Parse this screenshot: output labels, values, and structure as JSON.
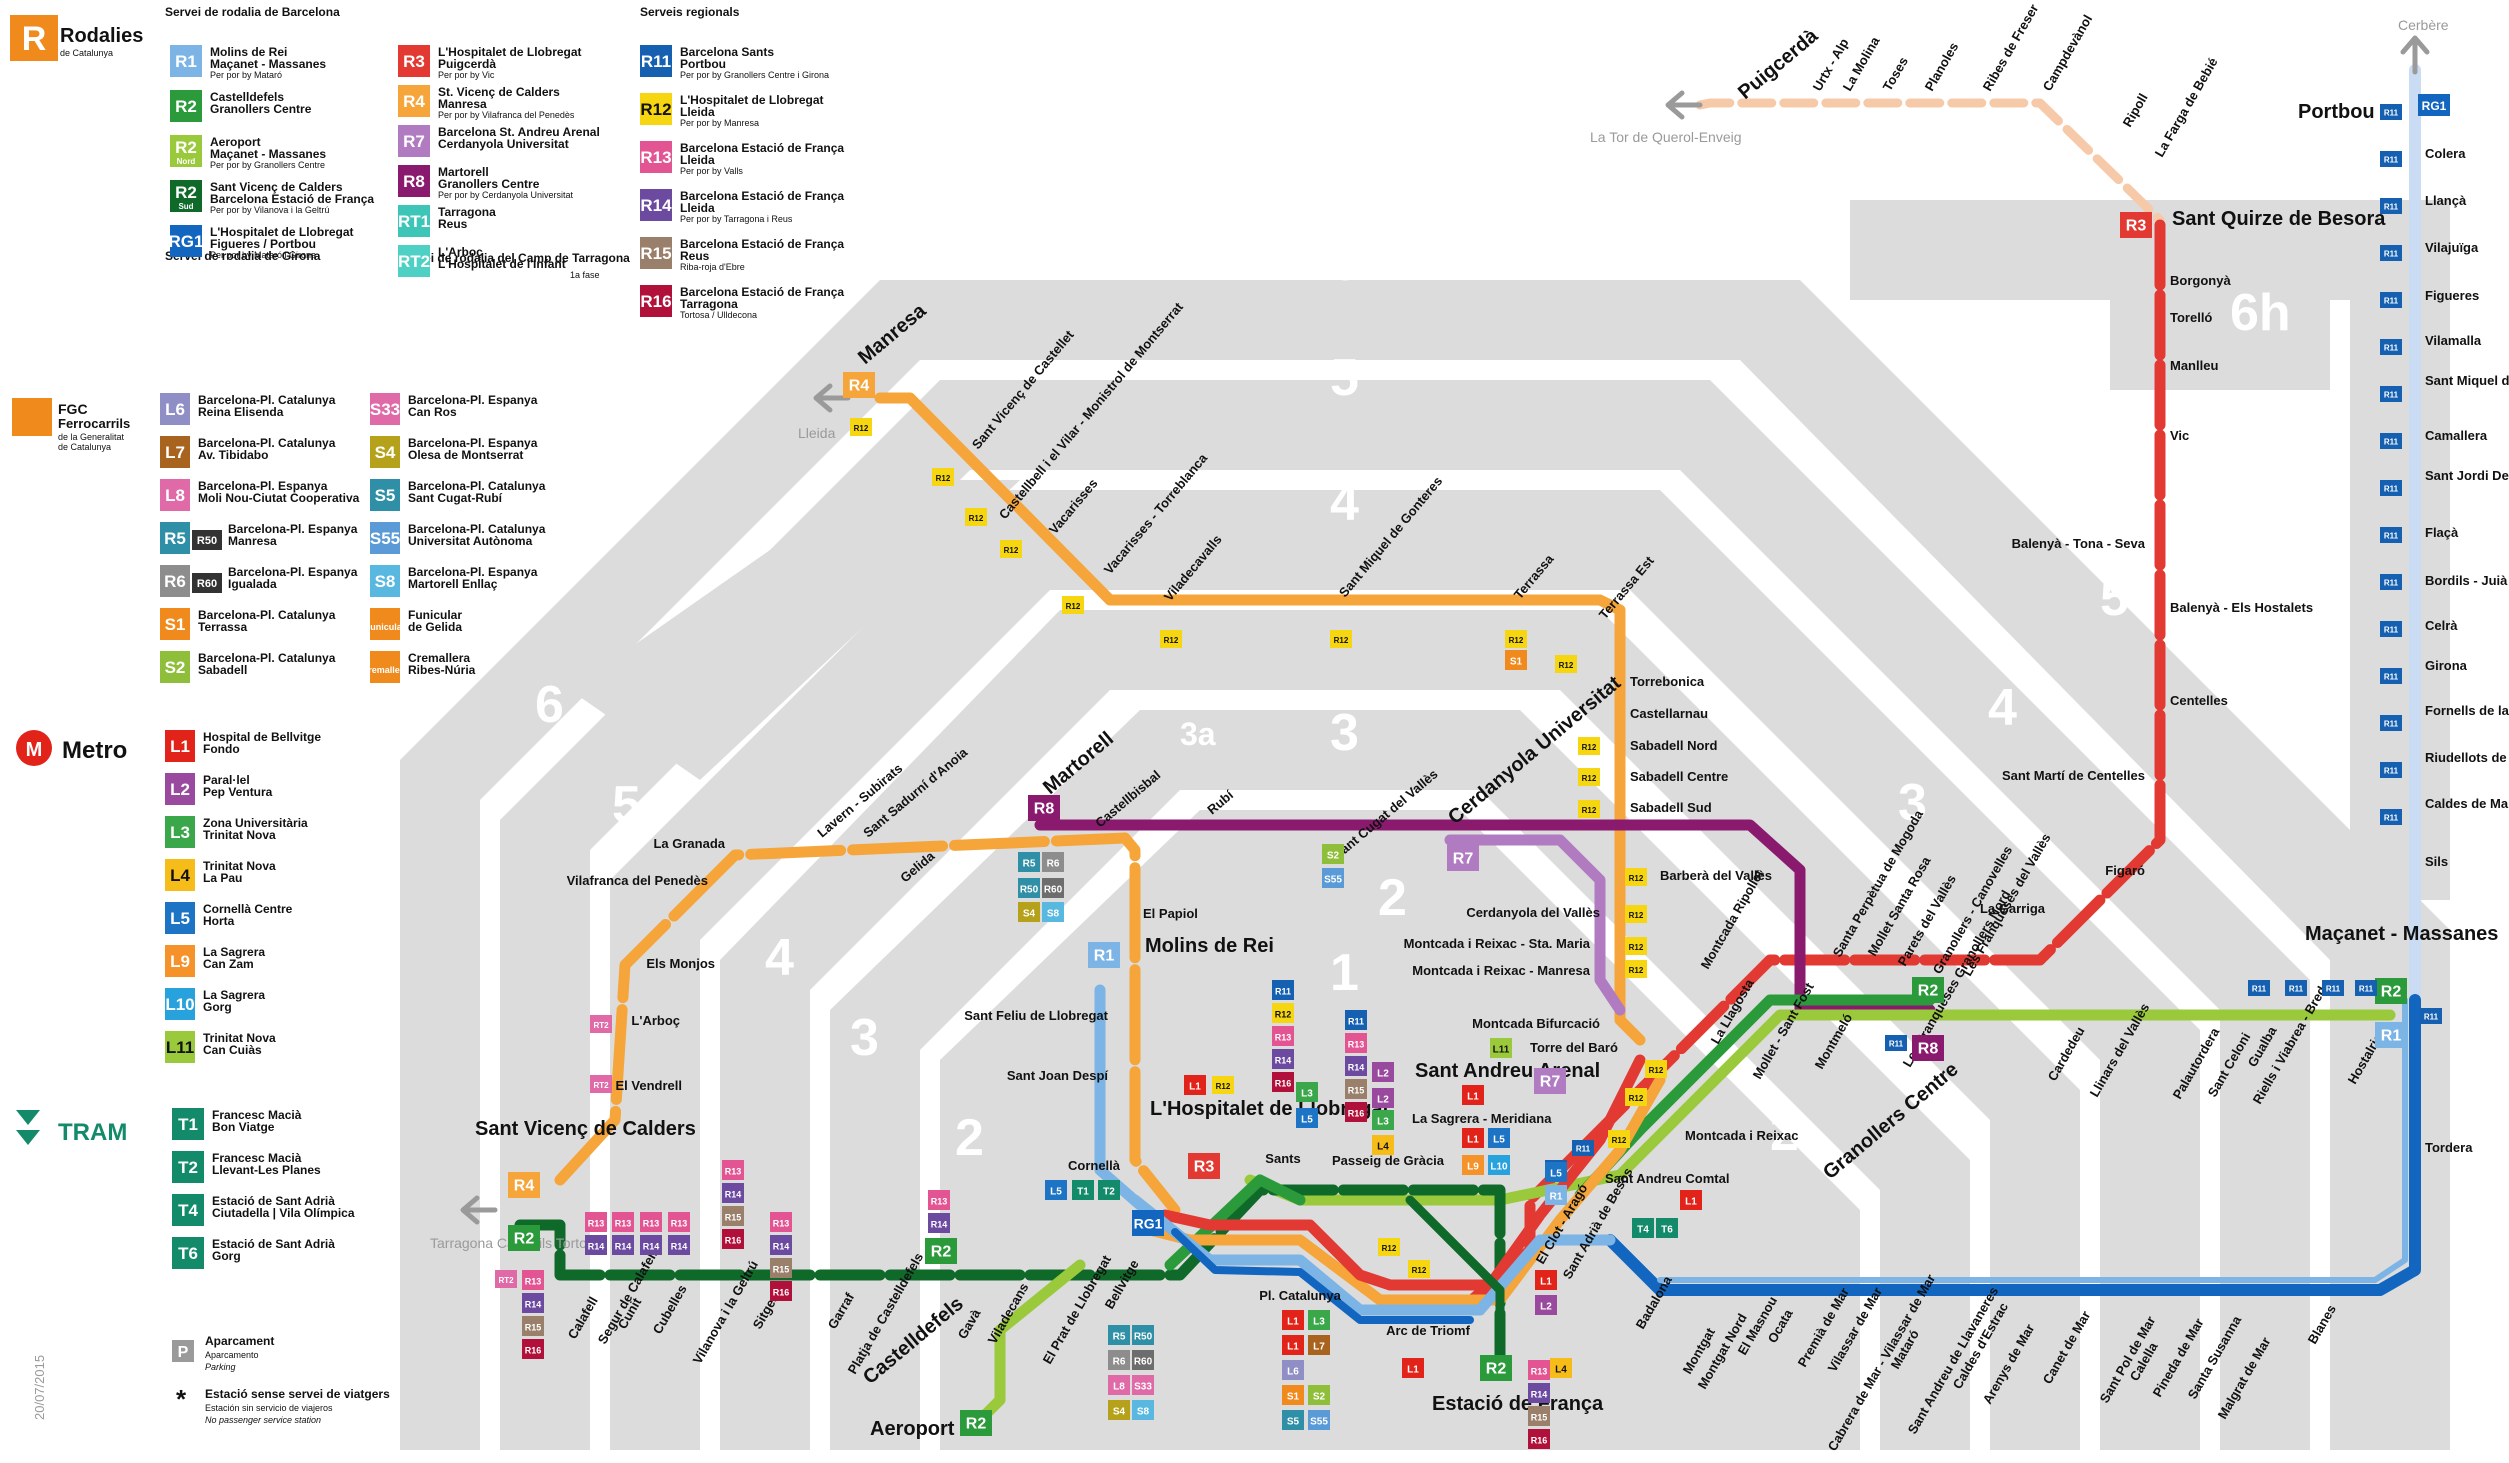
{
  "legend": {
    "rodalies": {
      "name": "Rodalies",
      "sub": "de Catalunya",
      "heading_bcn": "Servei de rodalia de Barcelona",
      "heading_gir": "Servei de rodalia de Girona",
      "heading_tgn": "Servei de rodalia del Camp de Tarragona",
      "tgn_phase": "1a fase",
      "heading_reg": "Serveis regionals"
    },
    "fgc": {
      "name": "FGC",
      "name2": "Ferrocarrils",
      "sub": "de la Generalitat",
      "sub2": "de Catalunya"
    },
    "metro": {
      "name": "Metro"
    },
    "tram": {
      "name": "TRAM"
    },
    "lines_col1": [
      {
        "code": "R1",
        "color": "#7db4e6",
        "t1": "Molins de Rei",
        "t2": "Maçanet - Massanes",
        "t3": "Per por by Mataró"
      },
      {
        "code": "R2",
        "color": "#2a9a3a",
        "t1": "Castelldefels",
        "t2": "Granollers Centre",
        "t3": ""
      },
      {
        "code": "R2",
        "sub": "Nord",
        "color": "#9ac93c",
        "t1": "Aeroport",
        "t2": "Maçanet - Massanes",
        "t3": "Per por by Granollers Centre"
      },
      {
        "code": "R2",
        "sub": "Sud",
        "color": "#0f6a2a",
        "t1": "Sant Vicenç de Calders",
        "t2": "Barcelona Estació de França",
        "t3": "Per por by Vilanova i la Geltrú"
      },
      {
        "code": "RG1",
        "color": "#1366c0",
        "t1": "L'Hospitalet de Llobregat",
        "t2": "Figueres / Portbou",
        "t3": "Per por by Mataró i Girona"
      }
    ],
    "lines_col2": [
      {
        "code": "R3",
        "color": "#e23a33",
        "t1": "L'Hospitalet de Llobregat",
        "t2": "Puigcerdà",
        "t3": "Per por by Vic"
      },
      {
        "code": "R4",
        "color": "#f5a53a",
        "t1": "St. Vicenç de Calders",
        "t2": "Manresa",
        "t3": "Per por by Vilafranca del Penedès"
      },
      {
        "code": "R7",
        "color": "#b07bc0",
        "t1": "Barcelona St. Andreu Arenal",
        "t2": "Cerdanyola Universitat",
        "t3": ""
      },
      {
        "code": "R8",
        "color": "#8a1a6e",
        "t1": "Martorell",
        "t2": "Granollers Centre",
        "t3": "Per por by Cerdanyola Universitat"
      },
      {
        "code": "RT1",
        "color": "#3dc6b8",
        "t1": "Tarragona",
        "t2": "Reus",
        "t3": ""
      },
      {
        "code": "RT2",
        "color": "#4fd0c4",
        "t1": "L'Arboç",
        "t2": "L'Hospitalet de l'Infant",
        "t3": ""
      }
    ],
    "lines_col3": [
      {
        "code": "R11",
        "color": "#1560b0",
        "t1": "Barcelona Sants",
        "t2": "Portbou",
        "t3": "Per por by Granollers Centre i Girona"
      },
      {
        "code": "R12",
        "color": "#f6d610",
        "text_color": "#111",
        "t1": "L'Hospitalet de Llobregat",
        "t2": "Lleida",
        "t3": "Per por by Manresa"
      },
      {
        "code": "R13",
        "color": "#e35492",
        "t1": "Barcelona Estació de França",
        "t2": "Lleida",
        "t3": "Per por by Valls"
      },
      {
        "code": "R14",
        "color": "#6b4aa0",
        "t1": "Barcelona Estació de França",
        "t2": "Lleida",
        "t3": "Per por by Tarragona i Reus"
      },
      {
        "code": "R15",
        "color": "#9a7f6a",
        "t1": "Barcelona Estació de França",
        "t2": "Reus",
        "t3": "Riba-roja d'Ebre"
      },
      {
        "code": "R16",
        "color": "#b0103a",
        "t1": "Barcelona Estació de França",
        "t2": "Tarragona",
        "t3": "Tortosa / Ulldecona"
      }
    ],
    "fgc_col1": [
      {
        "code": "L6",
        "color": "#8f8fc6",
        "t1": "Barcelona-Pl. Catalunya",
        "t2": "Reina Elisenda"
      },
      {
        "code": "L7",
        "color": "#a8641e",
        "t1": "Barcelona-Pl. Catalunya",
        "t2": "Av. Tibidabo"
      },
      {
        "code": "L8",
        "color": "#e06aa8",
        "t1": "Barcelona-Pl. Espanya",
        "t2": "Moli Nou-Ciutat Cooperativa"
      },
      {
        "code": "R5",
        "code2": "R50",
        "color": "#2e8fa6",
        "t1": "Barcelona-Pl. Espanya",
        "t2": "Manresa"
      },
      {
        "code": "R6",
        "code2": "R60",
        "color": "#8d8d8d",
        "t1": "Barcelona-Pl. Espanya",
        "t2": "Igualada"
      },
      {
        "code": "S1",
        "color": "#f08a1c",
        "t1": "Barcelona-Pl. Catalunya",
        "t2": "Terrassa"
      },
      {
        "code": "S2",
        "color": "#8fbf3a",
        "t1": "Barcelona-Pl. Catalunya",
        "t2": "Sabadell"
      }
    ],
    "fgc_col2": [
      {
        "code": "S33",
        "color": "#e06aa8",
        "t1": "Barcelona-Pl. Espanya",
        "t2": "Can Ros"
      },
      {
        "code": "S4",
        "color": "#b6a21a",
        "t1": "Barcelona-Pl. Espanya",
        "t2": "Olesa de Montserrat"
      },
      {
        "code": "S5",
        "color": "#2e8fa6",
        "t1": "Barcelona-Pl. Catalunya",
        "t2": "Sant Cugat-Rubí"
      },
      {
        "code": "S55",
        "color": "#5a9ad6",
        "t1": "Barcelona-Pl. Catalunya",
        "t2": "Universitat Autònoma"
      },
      {
        "code": "S8",
        "color": "#59b8e0",
        "t1": "Barcelona-Pl. Espanya",
        "t2": "Martorell Enllaç"
      },
      {
        "code": "Funicular",
        "color": "#f08a1c",
        "t1": "Funicular",
        "t2": "de Gelida"
      },
      {
        "code": "Cremallera",
        "color": "#f08a1c",
        "t1": "Cremallera",
        "t2": "Ribes-Núria"
      }
    ],
    "metro_lines": [
      {
        "code": "L1",
        "color": "#e2231a",
        "t1": "Hospital de Bellvitge",
        "t2": "Fondo"
      },
      {
        "code": "L2",
        "color": "#9a4a9e",
        "t1": "Paral·lel",
        "t2": "Pep Ventura"
      },
      {
        "code": "L3",
        "color": "#3aa84a",
        "t1": "Zona Universitària",
        "t2": "Trinitat Nova"
      },
      {
        "code": "L4",
        "color": "#f6bd1a",
        "text_color": "#111",
        "t1": "Trinitat Nova",
        "t2": "La Pau"
      },
      {
        "code": "L5",
        "color": "#1d74c4",
        "t1": "Cornellà Centre",
        "t2": "Horta"
      },
      {
        "code": "L9",
        "color": "#f5922a",
        "t1": "La Sagrera",
        "t2": "Can Zam"
      },
      {
        "code": "L10",
        "color": "#28a2dc",
        "t1": "La Sagrera",
        "t2": "Gorg"
      },
      {
        "code": "L11",
        "color": "#9ac93c",
        "text_color": "#111",
        "t1": "Trinitat Nova",
        "t2": "Can Cuiàs"
      }
    ],
    "tram_lines": [
      {
        "code": "T1",
        "color": "#138a6a",
        "t1": "Francesc Macià",
        "t2": "Bon Viatge"
      },
      {
        "code": "T2",
        "color": "#138a6a",
        "t1": "Francesc Macià",
        "t2": "Llevant-Les Planes"
      },
      {
        "code": "T4",
        "color": "#138a6a",
        "t1": "Estació de Sant Adrià",
        "t2": "Ciutadella | Vila Olímpica"
      },
      {
        "code": "T6",
        "color": "#138a6a",
        "t1": "Estació de Sant Adrià",
        "t2": "Gorg"
      }
    ],
    "parking": {
      "icon": "P",
      "t1": "Aparcament",
      "t2": "Aparcamento",
      "t3": "Parking"
    },
    "no_staff": {
      "icon": "*",
      "t1": "Estació sense servei de viatgers",
      "t2": "Estación sin servicio de viajeros",
      "t3": "No passenger service station"
    },
    "date": "20/07/2015"
  },
  "zones": [
    "6",
    "5",
    "4",
    "3",
    "3a",
    "2",
    "1",
    "2",
    "3",
    "4",
    "5",
    "6",
    "6h",
    "6",
    "5",
    "4",
    "3",
    "2",
    "5",
    "4",
    "3",
    "2"
  ],
  "hubs": {
    "puigcerda": "Puigcerdà",
    "portbou": "Portbou",
    "sant_quirze": "Sant Quirze de Besora",
    "manresa": "Manresa",
    "martorell": "Martorell",
    "cerdanyola": "Cerdanyola Universitat",
    "molins": "Molins de Rei",
    "hospitalet": "L'Hospitalet de Llobregat",
    "sant_andreu": "Sant Andreu Arenal",
    "granollers": "Granollers Centre",
    "macanet": "Maçanet - Massanes",
    "sant_vicenc": "Sant Vicenç de Calders",
    "castelldefels": "Castelldefels",
    "aeroport": "Aeroport",
    "estacio_franca": "Estació de França"
  },
  "destinations": {
    "cerbere": "Cerbère",
    "latour": "La Tor de Querol-Enveig",
    "lleida": "Lleida",
    "tarragona": "Tarragona Cambrils Tortosa"
  },
  "stations": {
    "r3_north": [
      "Urtx - Alp",
      "La Molina",
      "Toses",
      "Planoles",
      "Ribes de Freser",
      "Campdevànol",
      "Ripoll",
      "La Farga de Bebié"
    ],
    "r3_mid": [
      "Borgonyà",
      "Torelló",
      "Manlleu",
      "Vic",
      "Balenyà - Tona - Seva",
      "Balenyà - Els Hostalets",
      "Centelles",
      "Sant Martí de Centelles",
      "Figaró",
      "La Garriga"
    ],
    "rg1_coast": [
      "Colera",
      "Llançà",
      "Vilajuïga",
      "Figueres",
      "Vilamalla",
      "Sant Miquel de Fluvià",
      "Camallera",
      "Sant Jordi Desvalls",
      "Flaçà",
      "Bordils - Juià",
      "Celrà",
      "Girona",
      "Fornells de la Selva",
      "Riudellots de la Selva",
      "Caldes de Malavella",
      "Sils",
      "Tordera"
    ],
    "r4_north": [
      "Sant Vicenç de Castellet",
      "Castellbell i el Vilar - Monistrol de Montserrat",
      "Vacarisses",
      "Vacarisses - Torreblanca",
      "Viladecavalls",
      "Sant Miquel de Gonteres",
      "Terrassa",
      "Terrassa Est"
    ],
    "r4_vall": [
      "Torrebonica",
      "Castellarnau",
      "Sabadell Nord",
      "Sabadell Centre",
      "Sabadell Sud",
      "Barberà del Vallès",
      "Cerdanyola del Vallès",
      "Montcada i Reixac - Sta. Maria",
      "Montcada i Reixac - Manresa",
      "Montcada Bifurcació",
      "Torre del Baró"
    ],
    "r4_west": [
      "La Granada",
      "Vilafranca del Penedès",
      "Els Monjos",
      "L'Arboç",
      "El Vendrell",
      "Lavern - Subirats",
      "Sant Sadurní d'Anoia",
      "Gelida",
      "Castellbisbal",
      "El Papiol",
      "Sant Feliu de Llobregat",
      "Sant Joan Despí",
      "Cornellà",
      "Rubí",
      "Sant Cugat del Vallès"
    ],
    "r2_coast": [
      "Calafell",
      "Segur de Calafell",
      "Cunit",
      "Cubelles",
      "Vilanova i la Geltrú",
      "Sitges",
      "Garraf",
      "Platja de Castelldefels",
      "Gavà",
      "Viladecans",
      "El Prat de Llobregat",
      "Bellvitge"
    ],
    "central": [
      "Sants",
      "Passeig de Gràcia",
      "Pl. Catalunya",
      "Arc de Triomf",
      "La Sagrera - Meridiana",
      "El Clot - Aragó",
      "Sant Adrià de Besòs",
      "Sant Andreu Comtal",
      "Montcada i Reixac",
      "Montcada Ripollet",
      "La Llagosta",
      "Mollet - Sant Fost",
      "Montmeló"
    ],
    "r2_north": [
      "Santa Perpètua de Mogoda",
      "Mollet Santa Rosa",
      "Parets del Vallès",
      "Granollers - Canovelles",
      "Les Franqueses del Vallès",
      "Les Franqueses Granollers Nord",
      "Cardedeu",
      "Llinars del Vallès",
      "Palautordera",
      "Sant Celoni",
      "Gualba",
      "Riells i Viabrea - Breda",
      "Hostalric"
    ],
    "r1_coast": [
      "Badalona",
      "Montgat",
      "Montgat Nord",
      "El Masnou",
      "Ocata",
      "Premià de Mar",
      "Vilassar de Mar",
      "Cabrera de Mar - Vilassar de Mar",
      "Mataró",
      "Sant Andreu de Llavaneres",
      "Caldes d'Estrac",
      "Arenys de Mar",
      "Canet de Mar",
      "Sant Pol de Mar",
      "Calella",
      "Pineda de Mar",
      "Santa Susanna",
      "Malgrat de Mar",
      "Blanes"
    ]
  }
}
